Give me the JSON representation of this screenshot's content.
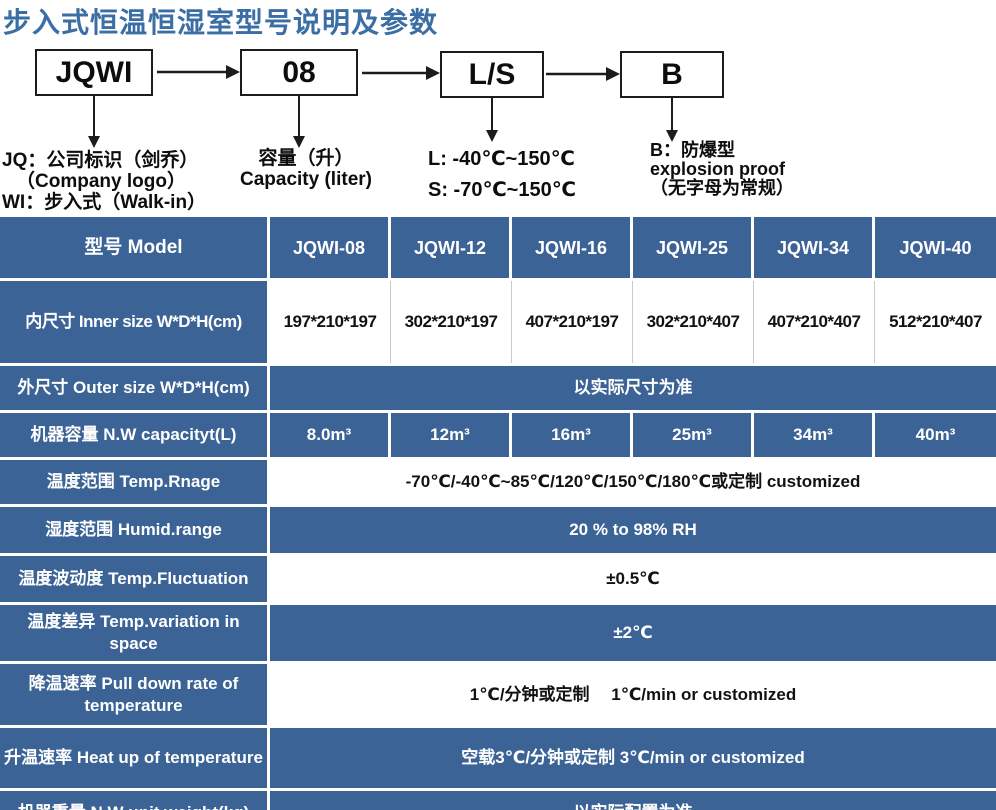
{
  "page_title": "步入式恒温恒湿室型号说明及参数",
  "diagram": {
    "boxes": {
      "company": "JQWI",
      "capacity": "08",
      "range": "L/S",
      "explosion": "B"
    },
    "notes": {
      "company": {
        "line1": "JQ：公司标识（剑乔）",
        "line2": "（Company logo）",
        "line3": "WI：步入式（Walk-in）"
      },
      "capacity": {
        "line1": "容量（升）",
        "line2": "Capacity (liter)"
      },
      "range": {
        "line1": "L: -40℃~150℃",
        "line2": "S: -70℃~150℃"
      },
      "explosion": {
        "line1": "B：防爆型",
        "line2": "explosion proof",
        "line3": "（无字母为常规）"
      }
    }
  },
  "table": {
    "header": {
      "label": "型号 Model",
      "models": [
        "JQWI-08",
        "JQWI-12",
        "JQWI-16",
        "JQWI-25",
        "JQWI-34",
        "JQWI-40"
      ]
    },
    "inner_size": {
      "label": "内尺寸 Inner size W*D*H(cm)",
      "values": [
        "197*210*197",
        "302*210*197",
        "407*210*197",
        "302*210*407",
        "407*210*407",
        "512*210*407"
      ]
    },
    "outer_size": {
      "label": "外尺寸 Outer size W*D*H(cm)",
      "value": "以实际尺寸为准"
    },
    "capacity": {
      "label": "机器容量 N.W capacityt(L)",
      "values": [
        "8.0m³",
        "12m³",
        "16m³",
        "25m³",
        "34m³",
        "40m³"
      ]
    },
    "temp_range": {
      "label": "温度范围 Temp.Rnage",
      "value": "-70℃/-40℃~85℃/120℃/150℃/180℃或定制 customized"
    },
    "humidity": {
      "label": "湿度范围 Humid.range",
      "value": "20 % to 98% RH"
    },
    "fluctuation": {
      "label": "温度波动度 Temp.Fluctuation",
      "value": "±0.5℃"
    },
    "variation": {
      "label": "温度差异 Temp.variation in space",
      "value": "±2℃"
    },
    "pulldown": {
      "label": "降温速率 Pull down rate of temperature",
      "value": "1℃/分钟或定制　 1℃/min or customized"
    },
    "heatup": {
      "label": "升温速率 Heat up of temperature",
      "value": "空载3℃/分钟或定制 3℃/min or customized"
    },
    "weight": {
      "label": "机器重量 N.W unit weight(kg)",
      "value": "以实际配置为准"
    }
  },
  "colors": {
    "table_blue": "#3b6396",
    "title_blue": "#3a6ea5"
  }
}
